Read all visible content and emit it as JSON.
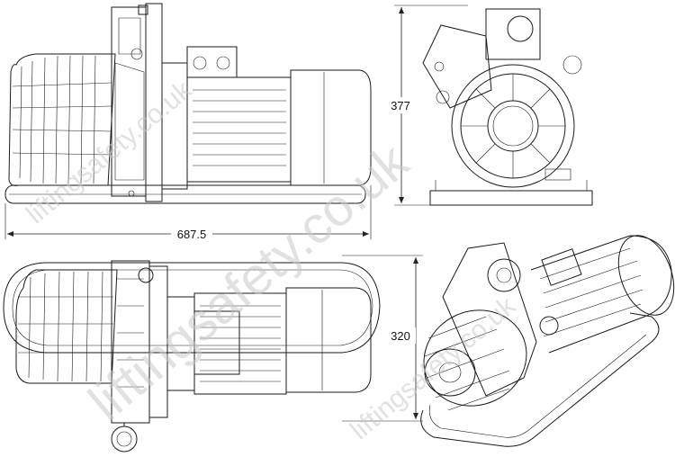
{
  "dimensions": {
    "overall_length": "687.5",
    "height": "377",
    "width": "320"
  },
  "watermark": {
    "text_main": "liftingsafety.co.uk",
    "text_small": "liftingsafety.co.uk"
  },
  "colors": {
    "line": "#1a1a1a",
    "watermark": "#c8c8c8",
    "background": "#ffffff"
  }
}
